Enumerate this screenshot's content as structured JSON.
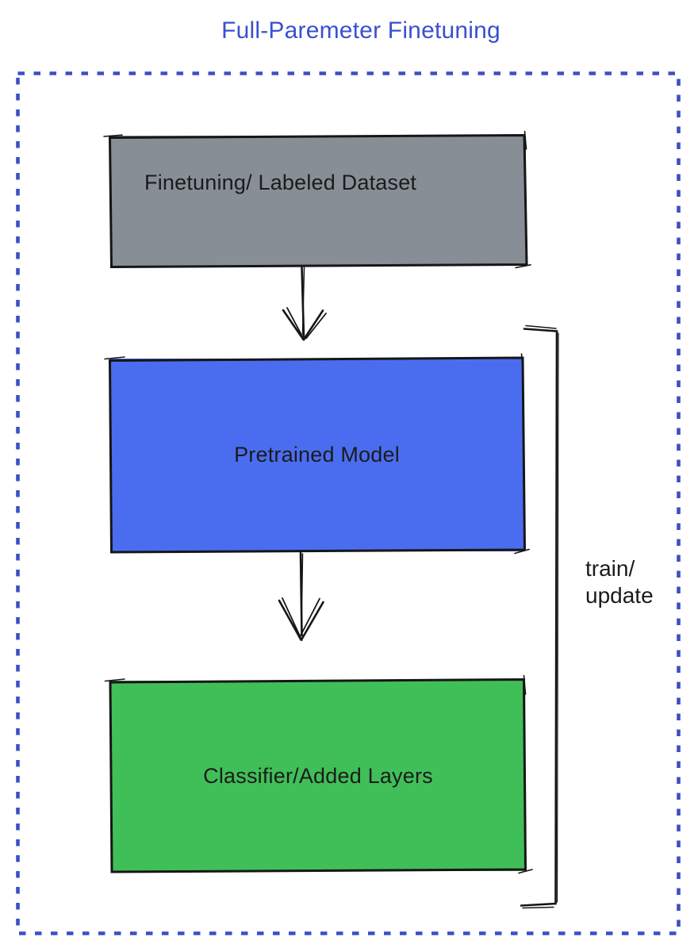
{
  "title": {
    "text": "Full-Paremeter Finetuning",
    "color": "#3b50cf"
  },
  "frame": {
    "style": "dashed-border",
    "color": "#3b4fc8"
  },
  "nodes": [
    {
      "label": "Finetuning/ Labeled Dataset",
      "fill": "#878e96"
    },
    {
      "label": "Pretrained Model",
      "fill": "#4a6df0"
    },
    {
      "label": "Classifier/Added Layers",
      "fill": "#40bf58"
    }
  ],
  "edges": [
    {
      "from": "Finetuning/ Labeled Dataset",
      "to": "Pretrained Model",
      "type": "arrow-down"
    },
    {
      "from": "Pretrained Model",
      "to": "Classifier/Added Layers",
      "type": "arrow-down"
    }
  ],
  "bracket": {
    "label": "train/\nupdate"
  },
  "ink_color": "#161616",
  "text_color": "#1b1b1b"
}
